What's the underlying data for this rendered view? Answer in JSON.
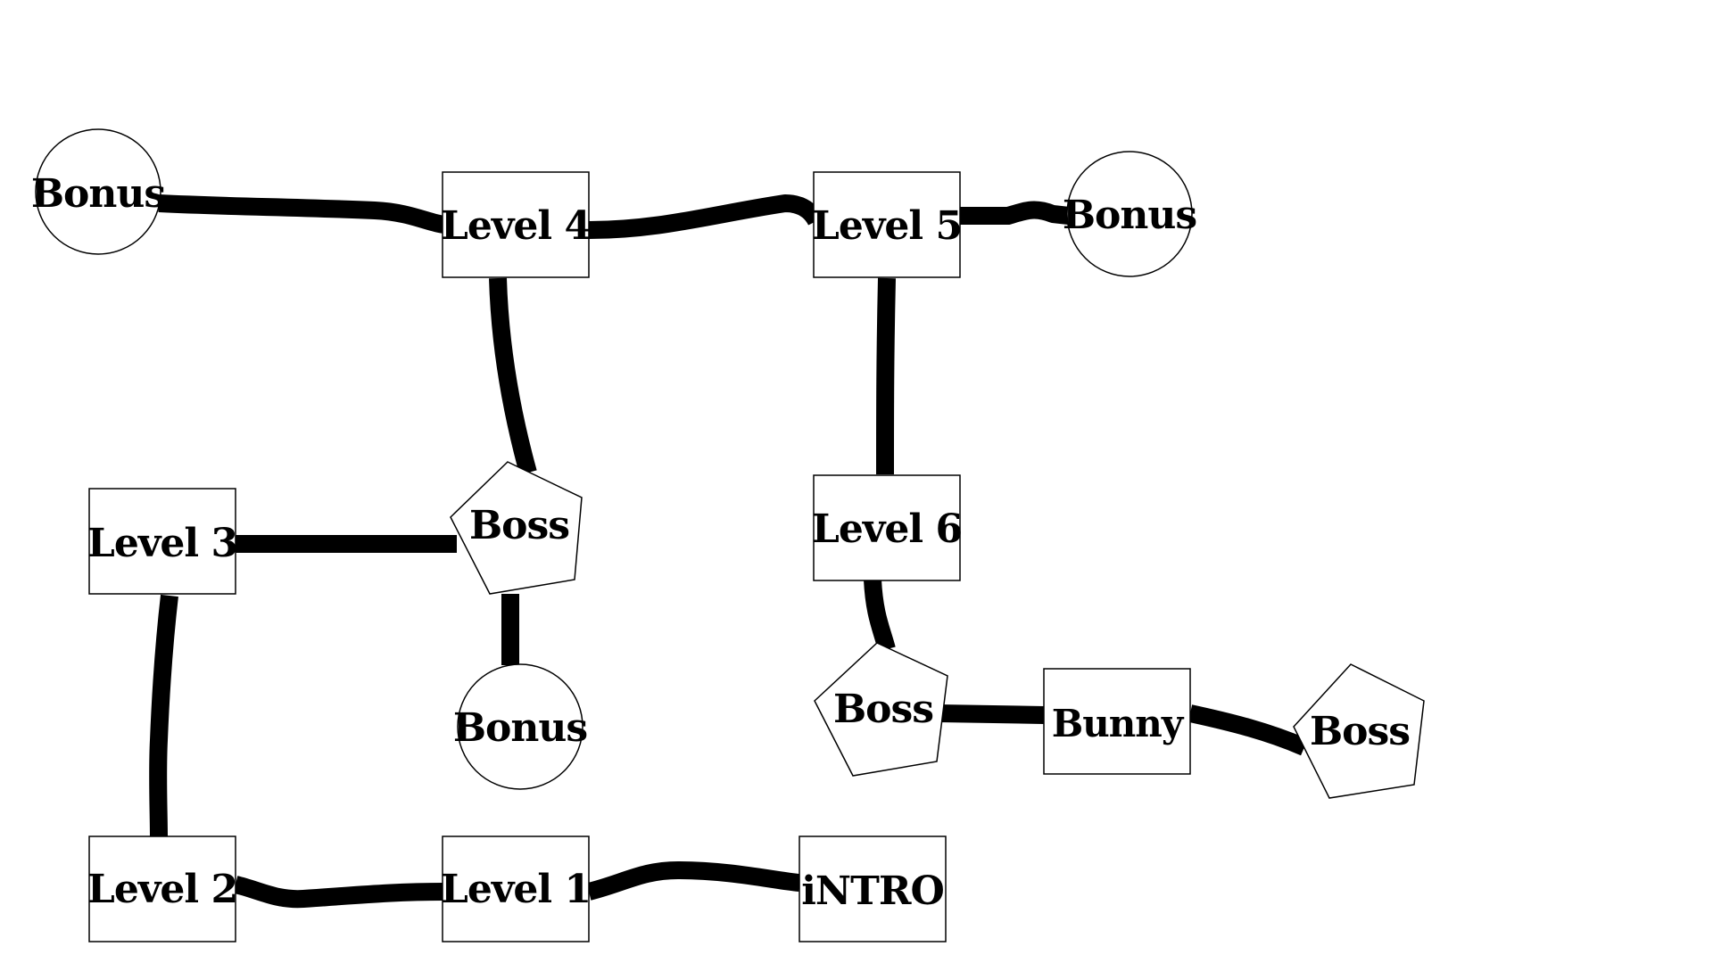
{
  "nodes": {
    "bonus_top_left": {
      "label": "Bonus",
      "shape": "circle"
    },
    "level_4": {
      "label": "Level 4",
      "shape": "square"
    },
    "level_5": {
      "label": "Level 5",
      "shape": "square"
    },
    "bonus_top_right": {
      "label": "Bonus",
      "shape": "circle"
    },
    "level_3": {
      "label": "Level 3",
      "shape": "square"
    },
    "boss_mid": {
      "label": "Boss",
      "shape": "pentagon"
    },
    "level_6": {
      "label": "Level 6",
      "shape": "square"
    },
    "bonus_mid": {
      "label": "Bonus",
      "shape": "circle"
    },
    "boss_right": {
      "label": "Boss",
      "shape": "pentagon"
    },
    "bunny": {
      "label": "Bunny",
      "shape": "square"
    },
    "boss_far_right": {
      "label": "Boss",
      "shape": "pentagon"
    },
    "level_2": {
      "label": "Level 2",
      "shape": "square"
    },
    "level_1": {
      "label": "Level 1",
      "shape": "square"
    },
    "intro": {
      "label": "iNTRO",
      "shape": "square"
    }
  },
  "edges": [
    [
      "bonus_top_left",
      "level_4"
    ],
    [
      "level_4",
      "level_5"
    ],
    [
      "level_5",
      "bonus_top_right"
    ],
    [
      "level_4",
      "boss_mid"
    ],
    [
      "level_3",
      "boss_mid"
    ],
    [
      "boss_mid",
      "bonus_mid"
    ],
    [
      "level_5",
      "level_6"
    ],
    [
      "level_6",
      "boss_right"
    ],
    [
      "boss_right",
      "bunny"
    ],
    [
      "bunny",
      "boss_far_right"
    ],
    [
      "level_3",
      "level_2"
    ],
    [
      "level_2",
      "level_1"
    ],
    [
      "level_1",
      "intro"
    ]
  ],
  "colors": {
    "background": "#ffffff",
    "ink": "#000000"
  }
}
